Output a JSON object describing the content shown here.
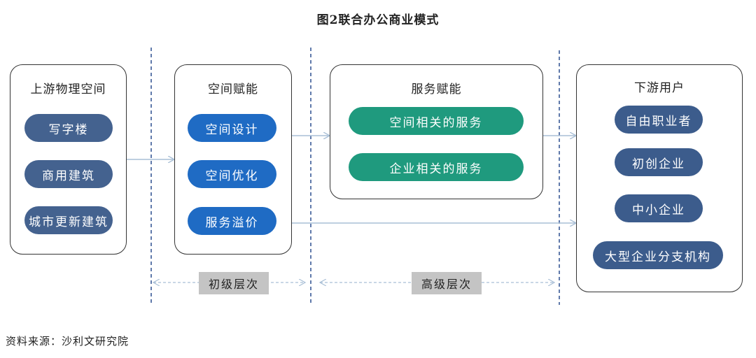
{
  "title": "图2联合办公商业模式",
  "columns": {
    "upstream": {
      "title": "上游物理空间",
      "items": [
        "写字楼",
        "商用建筑",
        "城市更新建筑"
      ]
    },
    "space": {
      "title": "空间赋能",
      "items": [
        "空间设计",
        "空间优化",
        "服务溢价"
      ]
    },
    "service": {
      "title": "服务赋能",
      "items": [
        "空间相关的服务",
        "企业相关的服务"
      ]
    },
    "downstream": {
      "title": "下游用户",
      "items": [
        "自由职业者",
        "初创企业",
        "中小企业",
        "大型企业分支机构"
      ]
    }
  },
  "levels": {
    "primary": "初级层次",
    "advanced": "高级层次"
  },
  "source": "资料来源：沙利文研究院",
  "colors": {
    "upstream_pill": "#44628f",
    "space_pill": "#1f6bc4",
    "service_pill": "#1f9a7e",
    "downstream_pill": "#3c5c8c",
    "divider": "#2b4f8f",
    "arrow": "#a9bfd6",
    "level_tag": "#c4c4c4"
  }
}
